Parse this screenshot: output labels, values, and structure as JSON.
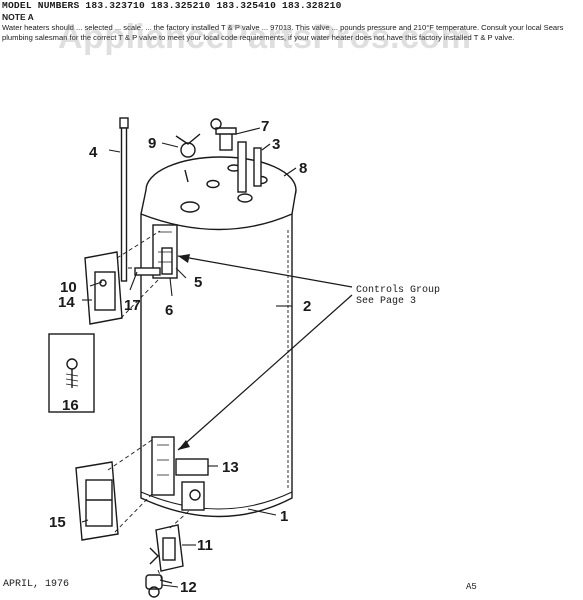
{
  "header": {
    "models": "MODEL NUMBERS 183.323710 183.325210 183.325410 183.328210",
    "note_title": "NOTE A",
    "note_body": "Water heaters should ... selected ... scale. ... the factory installed T & P valve ... 97013. This valve ... pounds pressure and 210°F temperature. Consult your local Sears plumbing salesman for the correct T & P valve to meet your local code requirements, if your water heater does not have this factory installed T & P valve."
  },
  "watermark": "AppliancePartsPros.com",
  "callouts": {
    "c1": "1",
    "c2": "2",
    "c3": "3",
    "c4": "4",
    "c5": "5",
    "c6": "6",
    "c7": "7",
    "c8": "8",
    "c9": "9",
    "c10": "10",
    "c11": "11",
    "c12": "12",
    "c13": "13",
    "c14": "14",
    "c15": "15",
    "c16": "16",
    "c17": "17"
  },
  "controls_group": {
    "line1": "Controls Group",
    "line2": "See Page 3"
  },
  "footer": {
    "date": "APRIL, 1976",
    "code": "A5"
  }
}
